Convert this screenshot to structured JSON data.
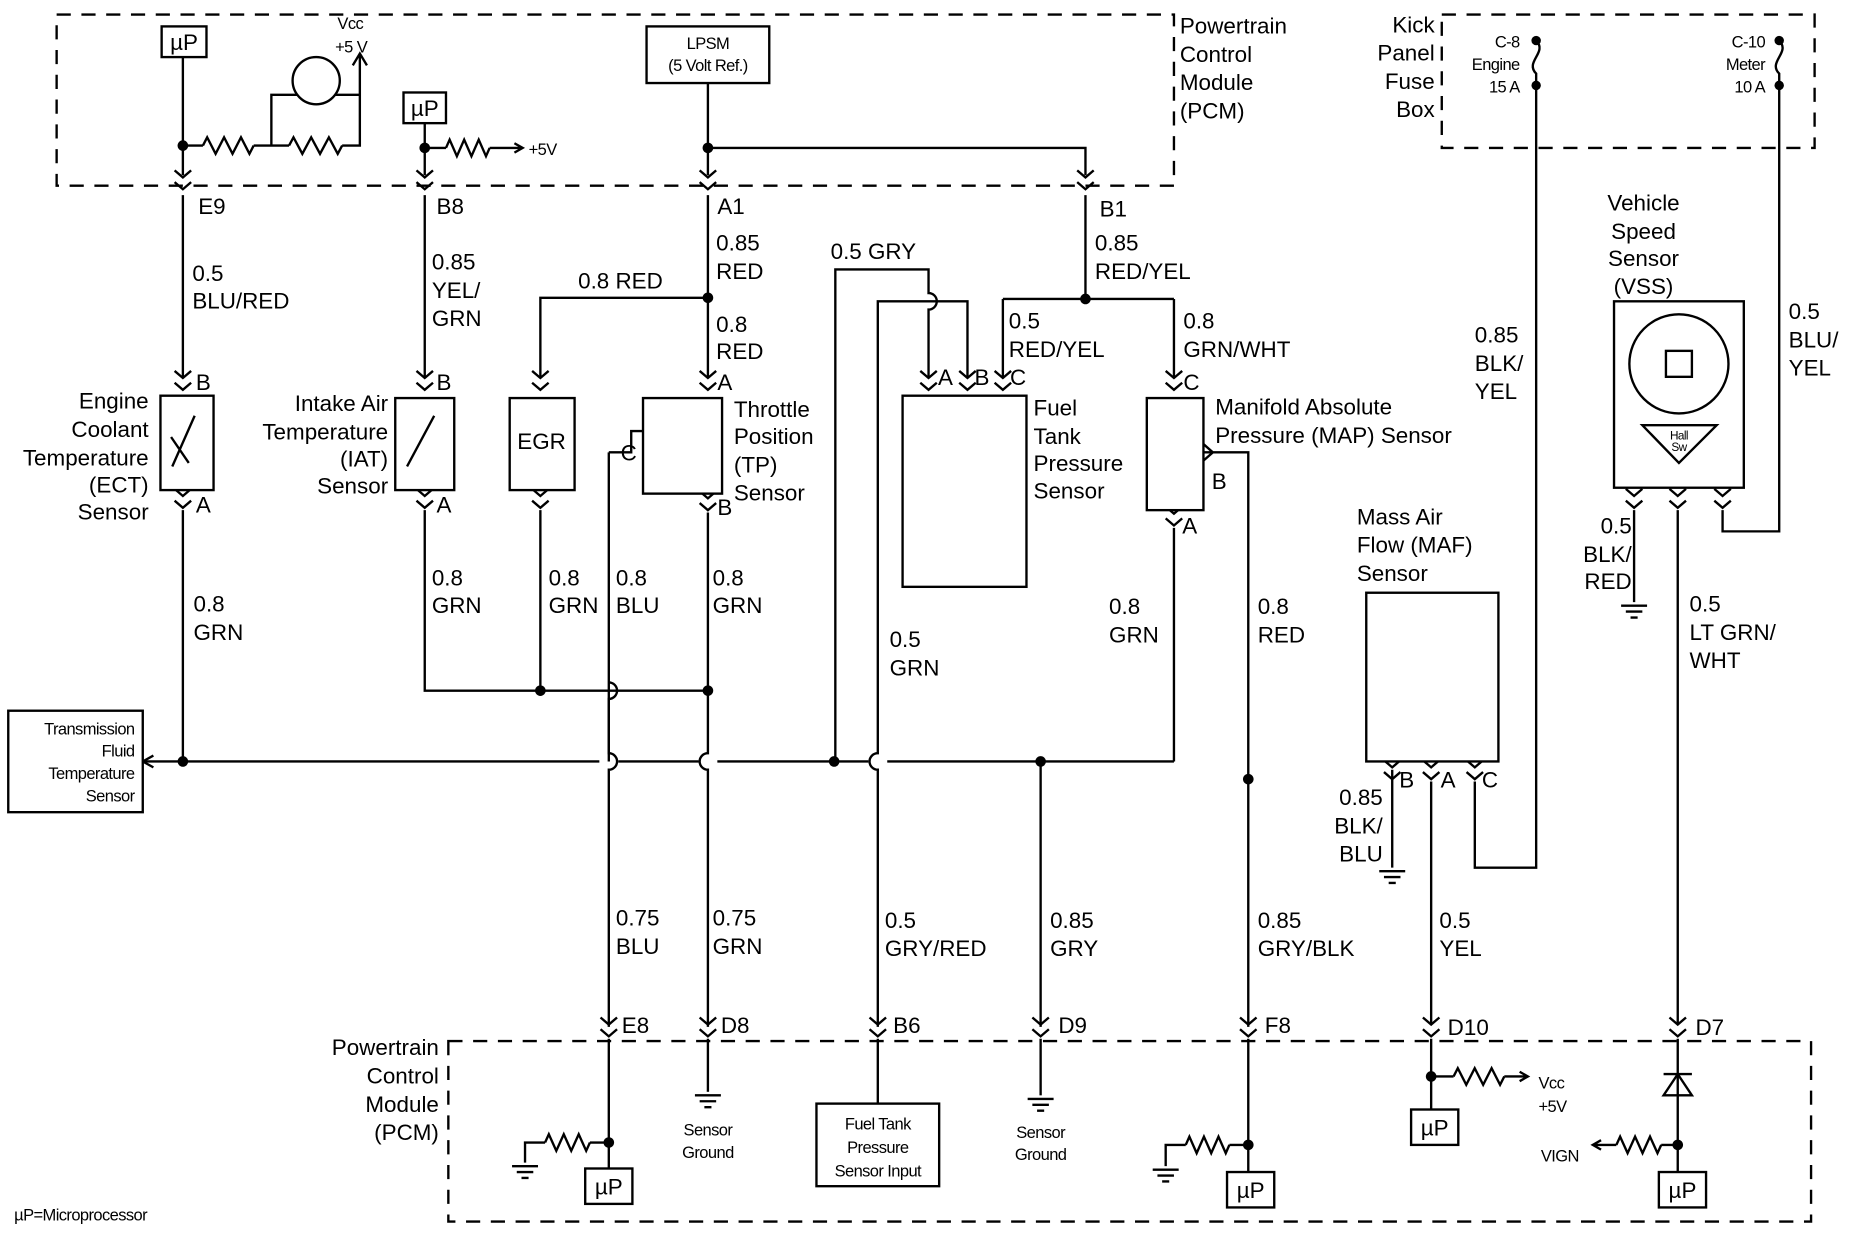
{
  "pcm_top": {
    "lines": [
      "Powertrain",
      "Control",
      "Module",
      "(PCM)"
    ],
    "lpsm": [
      "LPSM",
      "(5 Volt Ref.)"
    ],
    "vcc": [
      "Vcc",
      "+5 V"
    ],
    "plus5": "+5V",
    "up": "µP"
  },
  "pins_top": {
    "e9": "E9",
    "b8": "B8",
    "a1": "A1",
    "b1": "B1"
  },
  "wires": {
    "e9": [
      "0.5",
      "BLU/RED"
    ],
    "b8": [
      "0.85",
      "YEL/",
      "GRN"
    ],
    "a1": [
      "0.85",
      "RED"
    ],
    "b1": [
      "0.85",
      "RED/YEL"
    ],
    "egr_red": "0.8 RED",
    "tp_red": [
      "0.8",
      "RED"
    ],
    "gry": "0.5 GRY",
    "ftp_c": [
      "0.5",
      "RED/YEL"
    ],
    "map_c": [
      "0.8",
      "GRN/WHT"
    ],
    "ect_a": [
      "0.8",
      "GRN"
    ],
    "iat_a": [
      "0.8",
      "GRN"
    ],
    "egr_b": [
      "0.8",
      "GRN"
    ],
    "tp_c": [
      "0.8",
      "BLU"
    ],
    "tp_b": [
      "0.8",
      "GRN"
    ],
    "ftp_b": [
      "0.5",
      "GRN"
    ],
    "map_a": [
      "0.8",
      "GRN"
    ],
    "map_b": [
      "0.8",
      "RED"
    ],
    "e8": [
      "0.75",
      "BLU"
    ],
    "d8": [
      "0.75",
      "GRN"
    ],
    "b6": [
      "0.5",
      "GRY/RED"
    ],
    "d9": [
      "0.85",
      "GRY"
    ],
    "f8": [
      "0.85",
      "GRY/BLK"
    ],
    "d10": [
      "0.5",
      "YEL"
    ],
    "d7": [
      "0.5",
      "LT GRN/",
      "WHT"
    ],
    "maf_b": [
      "0.85",
      "BLK/",
      "BLU"
    ],
    "fuse_c8": [
      "0.85",
      "BLK/",
      "YEL"
    ],
    "fuse_c10": [
      "0.5",
      "BLU/",
      "YEL"
    ],
    "vss_gnd": [
      "0.5",
      "BLK/",
      "RED"
    ]
  },
  "sensors": {
    "ect": {
      "label": [
        "Engine",
        "Coolant",
        "Temperature",
        "(ECT)",
        "Sensor"
      ],
      "pins": [
        "B",
        "A"
      ]
    },
    "iat": {
      "label": [
        "Intake Air",
        "Temperature",
        "(IAT)",
        "Sensor"
      ],
      "pins": [
        "B",
        "A"
      ]
    },
    "egr": {
      "label": "EGR"
    },
    "tp": {
      "label": [
        "Throttle",
        "Position",
        "(TP)",
        "Sensor"
      ],
      "pins": [
        "A",
        "C",
        "B"
      ]
    },
    "ftp": {
      "label": [
        "Fuel",
        "Tank",
        "Pressure",
        "Sensor"
      ],
      "pins": [
        "A",
        "B",
        "C"
      ]
    },
    "map": {
      "label": [
        "Manifold Absolute",
        "Pressure (MAP) Sensor"
      ],
      "pins": [
        "C",
        "B",
        "A"
      ]
    },
    "tft": {
      "label": [
        "Transmission",
        "Fluid",
        "Temperature",
        "Sensor"
      ]
    },
    "maf": {
      "label": [
        "Mass Air",
        "Flow (MAF)",
        "Sensor"
      ],
      "pins": [
        "B",
        "A",
        "C"
      ]
    },
    "vss": {
      "label": [
        "Vehicle",
        "Speed",
        "Sensor",
        "(VSS)"
      ],
      "hall": [
        "Hall",
        "Sw"
      ]
    }
  },
  "fuse_box": {
    "label": [
      "Kick",
      "Panel",
      "Fuse",
      "Box"
    ],
    "c8": [
      "C-8",
      "Engine",
      "15 A"
    ],
    "c10": [
      "C-10",
      "Meter",
      "10 A"
    ]
  },
  "pcm_bottom": {
    "lines": [
      "Powertrain",
      "Control",
      "Module",
      "(PCM)"
    ],
    "pins": {
      "e8": "E8",
      "d8": "D8",
      "b6": "B6",
      "d9": "D9",
      "f8": "F8",
      "d10": "D10",
      "d7": "D7"
    },
    "sensor_ground": [
      "Sensor",
      "Ground"
    ],
    "ftp_input": [
      "Fuel Tank",
      "Pressure",
      "Sensor Input"
    ],
    "vcc": [
      "Vcc",
      "+5V"
    ],
    "vign": "VIGN",
    "up": "µP"
  },
  "legend": "µP=Microprocessor"
}
